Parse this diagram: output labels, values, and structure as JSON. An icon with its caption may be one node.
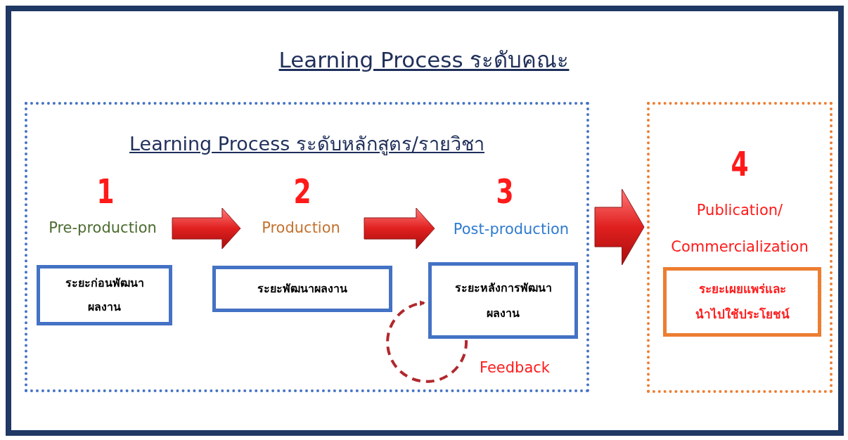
{
  "diagram": {
    "title": "Learning Process ระดับคณะ",
    "nodes": [
      {
        "text": [
          "Learning Process ระดับหลักสูตร/รายวิชา"
        ]
      },
      {
        "text": [
          "Pre-production"
        ],
        "in": 0,
        "beside": [
          "1"
        ]
      },
      {
        "text": [
          "ระยะก่อนพัฒนา ผลงาน"
        ],
        "in": 0
      },
      {
        "text": [
          "Production"
        ],
        "in": 0,
        "beside": [
          "2"
        ]
      },
      {
        "text": [
          "ระยะพัฒนาผลงาน"
        ],
        "in": 0
      },
      {
        "text": [
          "Post-production"
        ],
        "in": 0,
        "beside": [
          "3"
        ]
      },
      {
        "text": [
          "ระยะหลังการพัฒนา ผลงาน"
        ],
        "in": 0
      },
      {
        "text": [
          "4",
          "Publication/ Commercialization"
        ]
      },
      {
        "text": [
          "ระยะเผยแพร่และ นำไปใช้ประโยชน์"
        ],
        "in": 7
      }
    ],
    "edges": [
      {
        "from": 1,
        "to": 3,
        "arrow": "to",
        "style": "thick"
      },
      {
        "from": 3,
        "to": 5,
        "arrow": "to",
        "style": "thick"
      },
      {
        "from": 0,
        "to": 7,
        "arrow": "to",
        "style": "thick"
      },
      {
        "from": 6,
        "to": 6,
        "arrow": "to",
        "style": "dashed",
        "color": "#b0282d",
        "label": "Feedback"
      }
    ]
  }
}
